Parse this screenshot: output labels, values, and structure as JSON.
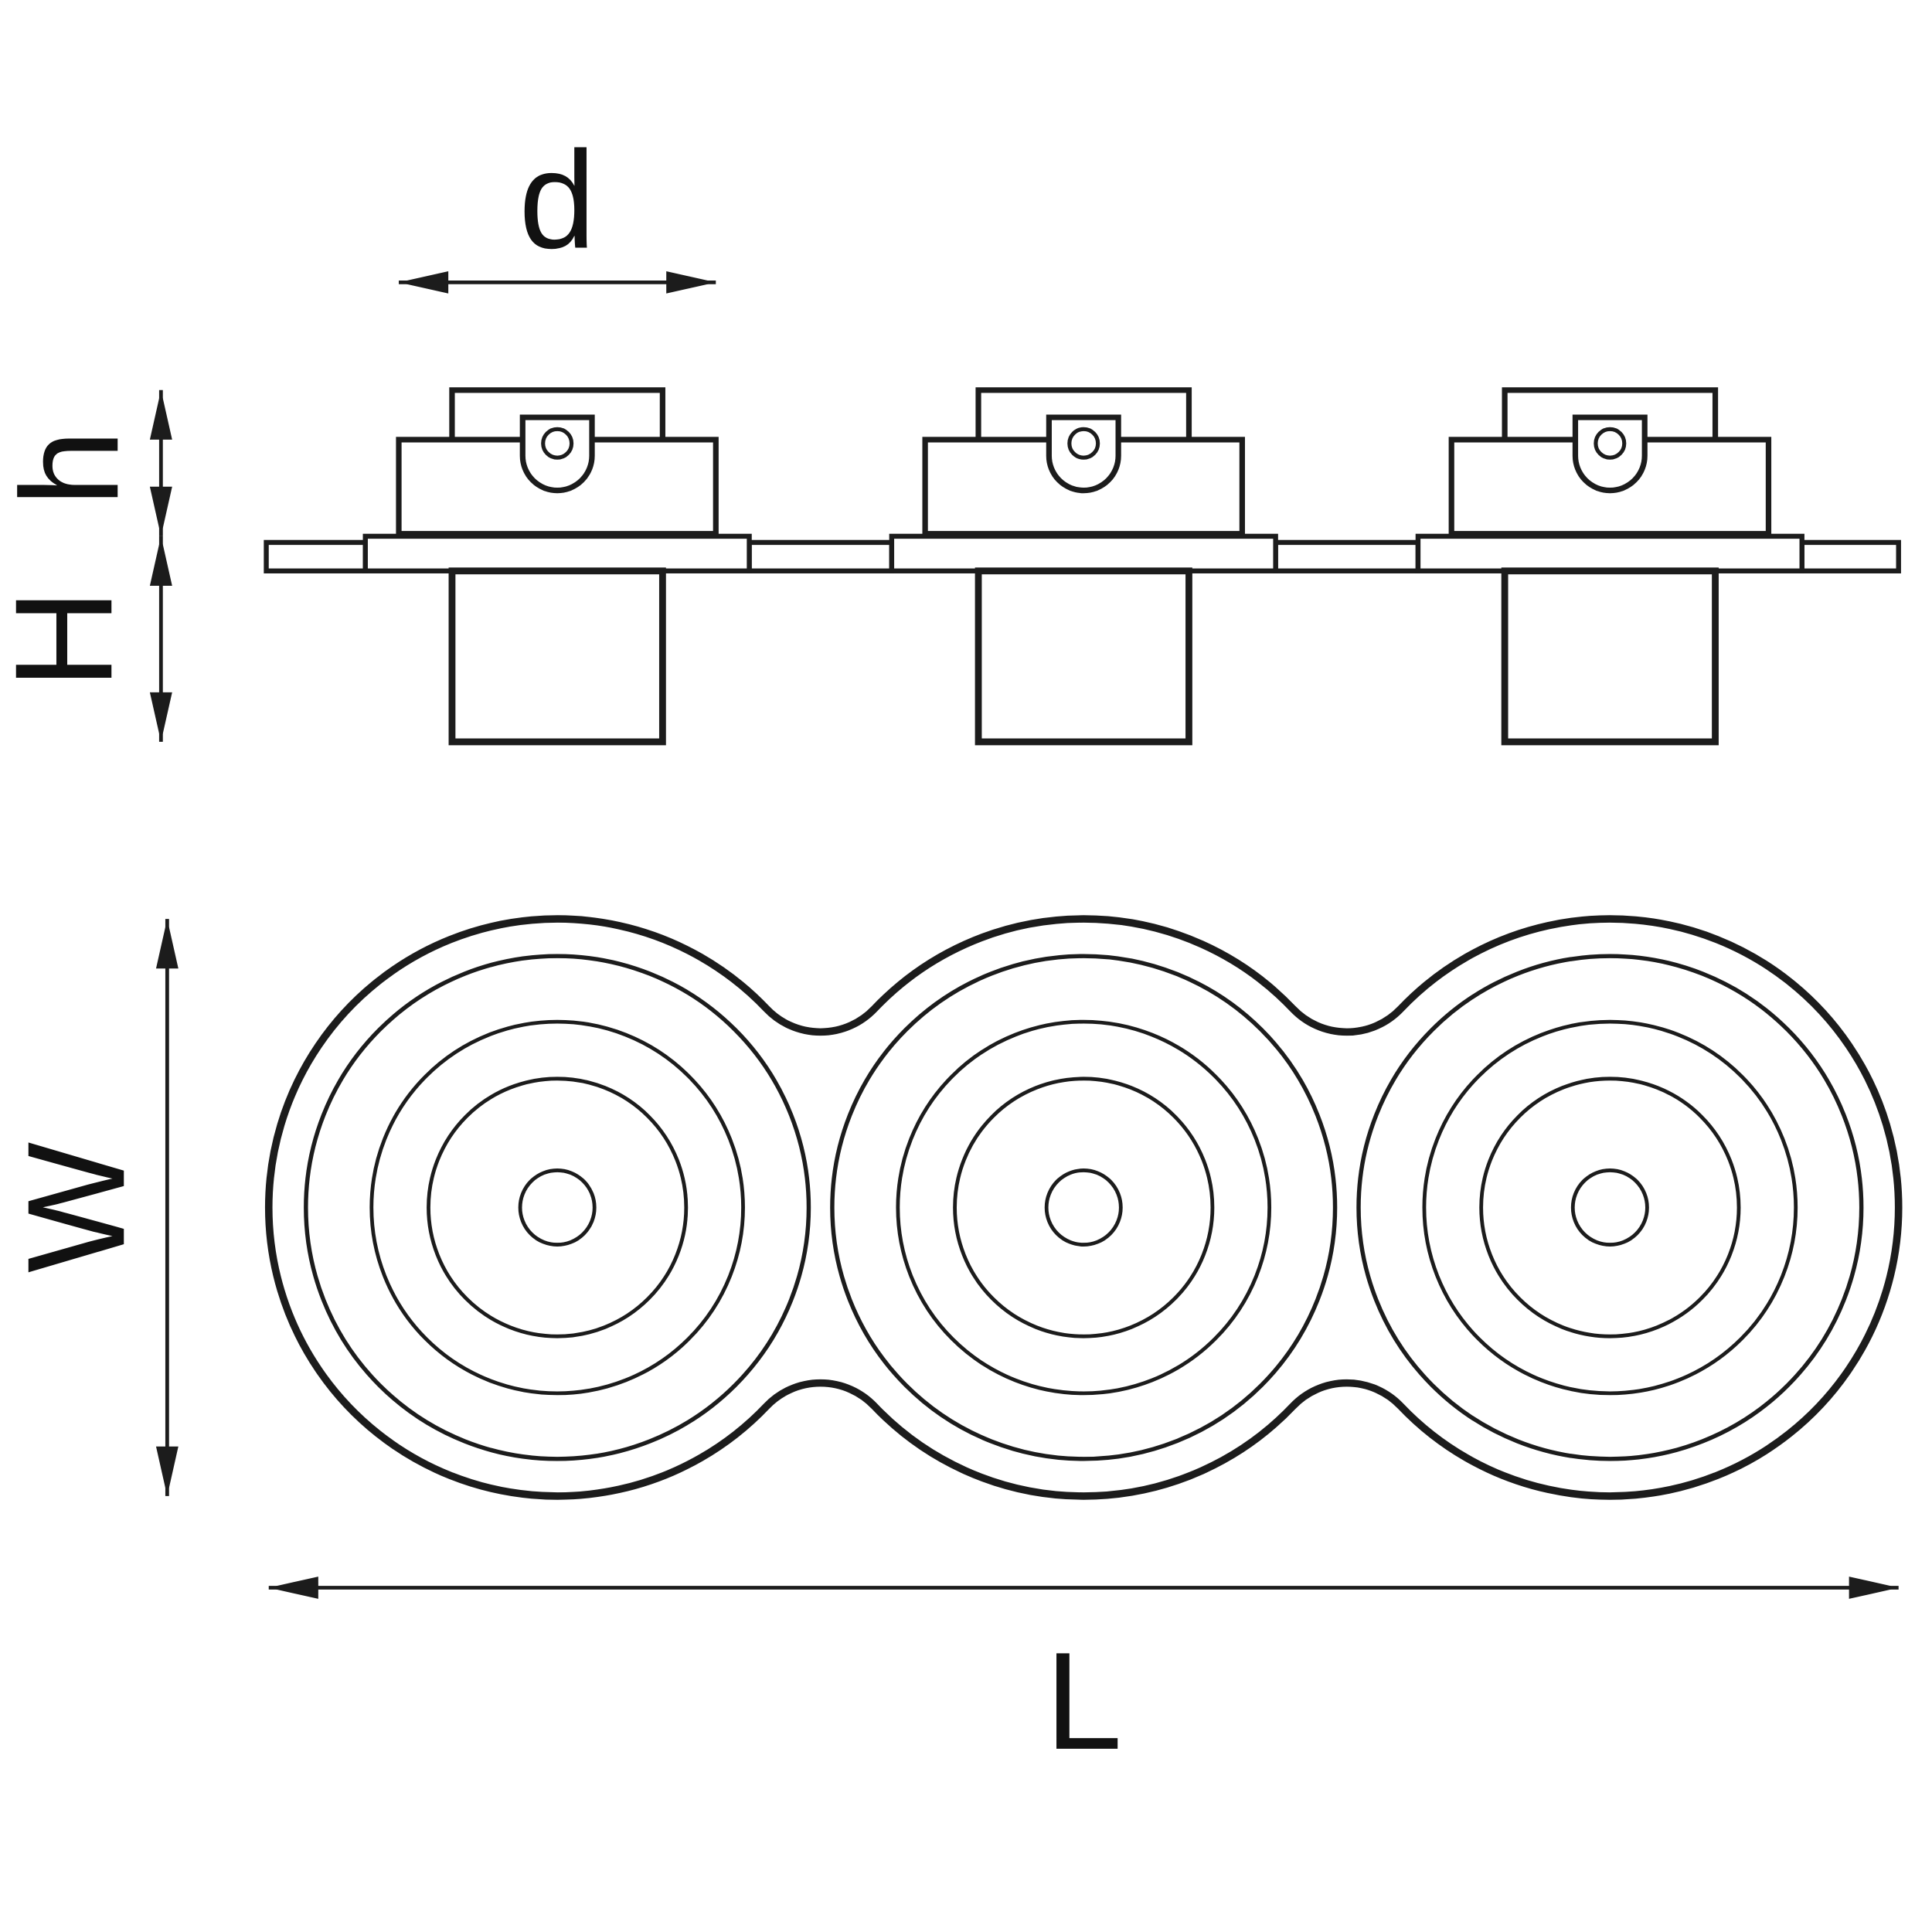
{
  "drawing": {
    "dimension_labels": {
      "d": "d",
      "h": "h",
      "H": "H",
      "W": "W",
      "L": "L"
    },
    "fixture_count": 3,
    "colors": {
      "line": "#1c1c1c",
      "background": "#ffffff"
    }
  }
}
